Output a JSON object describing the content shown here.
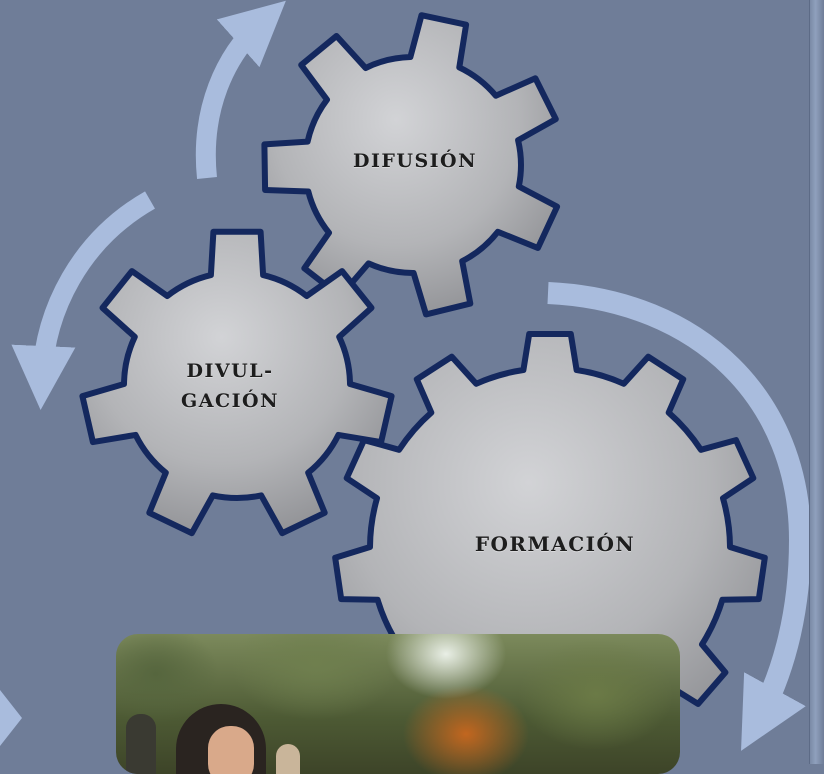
{
  "gears": {
    "difusion": {
      "label": "DIFUSIÓN"
    },
    "divulgacion": {
      "label": "DIVUL-\nGACIÓN"
    },
    "formacion": {
      "label": "FORMACIÓN"
    }
  },
  "colors": {
    "background": "#6f7d98",
    "gear_fill": "#b5b6b9",
    "gear_outline": "#14285e",
    "arrow": "#a9bcdd"
  },
  "icons": [
    "gear-icon",
    "curved-arrow-icon"
  ]
}
